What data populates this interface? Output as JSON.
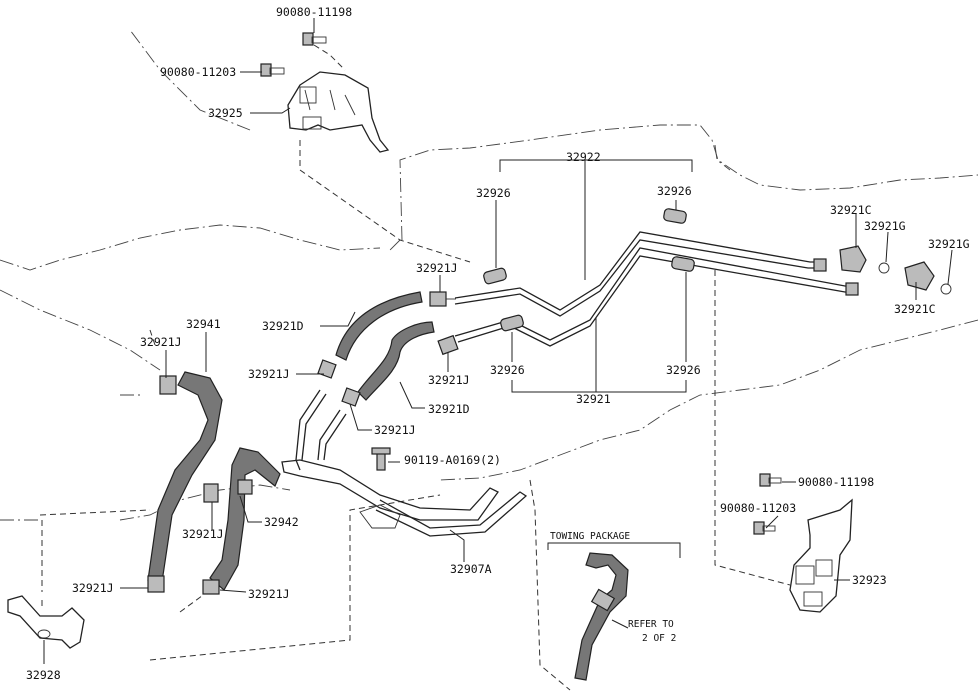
{
  "labels": {
    "bolt_top": "90080-11198",
    "bolt_left": "90080-11203",
    "bracket_top": "32925",
    "tube_set": "32922",
    "insulator_a": "32926",
    "insulator_b": "32926",
    "insulator_c": "32926",
    "insulator_d": "32926",
    "union_c1": "32921C",
    "gasket_g1": "32921G",
    "gasket_g2": "32921G",
    "union_c2": "32921C",
    "clamp_j_top": "32921J",
    "hose_d_left": "32921D",
    "clamp_j_left": "32921J",
    "clamp_j_mid": "32921J",
    "clamp_j_center": "32921J",
    "hose_d_right": "32921D",
    "tube_main": "32921",
    "hose_main": "32941",
    "clamp_j_far_left": "32921J",
    "bolt_mid": "90119-A0169(2)",
    "hose_second": "32942",
    "clamp_j_hose2": "32921J",
    "tube_assy": "32907A",
    "clamp_j_bottom_left": "32921J",
    "clamp_j_bottom": "32921J",
    "bracket_left": "32928",
    "towing_title": "TOWING PACKAGE",
    "refer_line1": "REFER TO",
    "refer_line2": "2  OF  2",
    "bolt_right_top": "90080-11198",
    "bolt_right_left": "90080-11203",
    "bracket_right": "32923"
  }
}
